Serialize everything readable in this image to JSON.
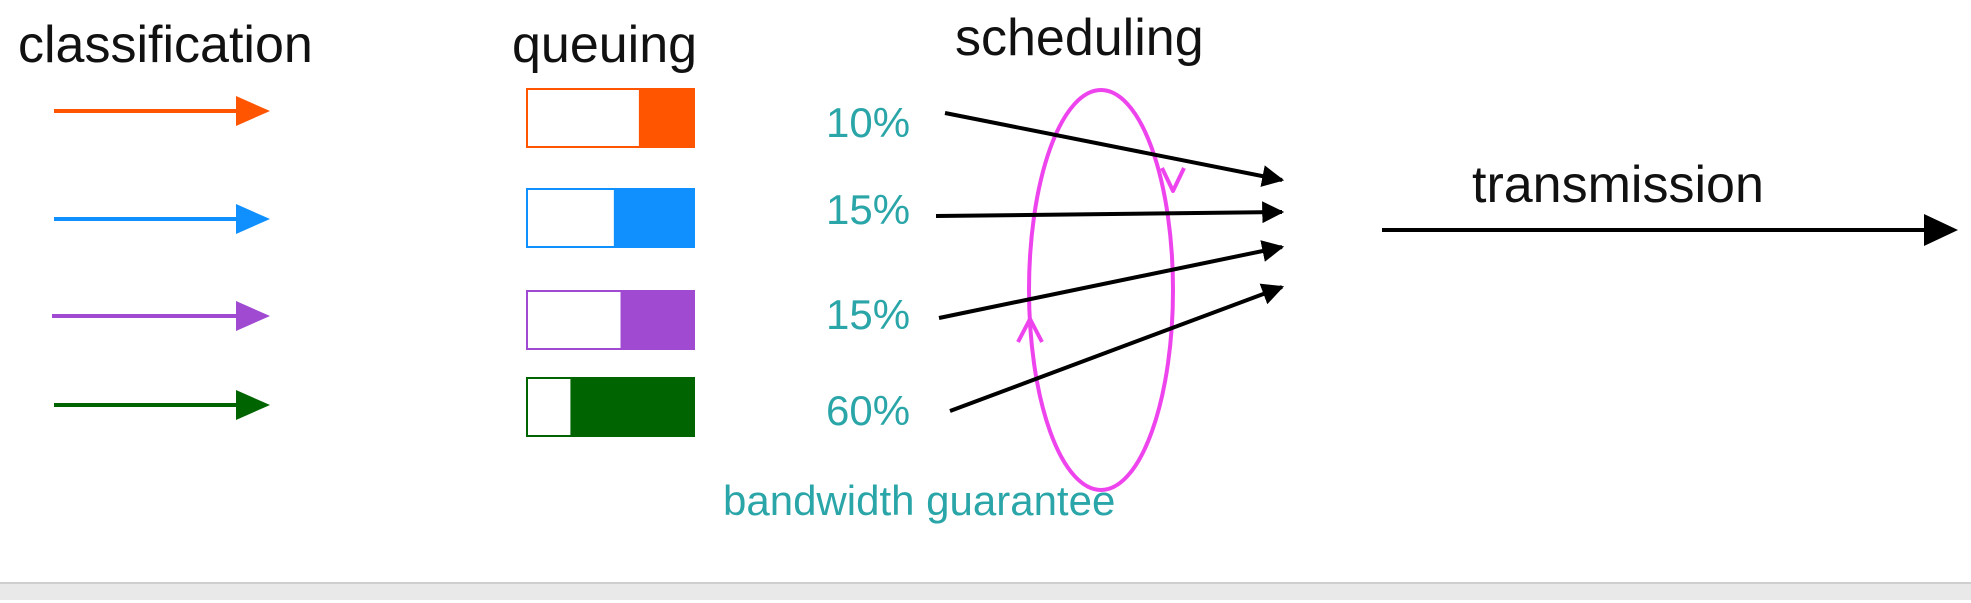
{
  "labels": {
    "classification": "classification",
    "queuing": "queuing",
    "scheduling": "scheduling",
    "transmission": "transmission",
    "bandwidth_guarantee": "bandwidth guarantee"
  },
  "colors": {
    "orange": "#ff5500",
    "blue": "#1090ff",
    "purple": "#a04ad2",
    "green": "#006400",
    "teal": "#2aa5a8",
    "magenta": "#ee44ee",
    "black": "#000000"
  },
  "classes": [
    {
      "color": "orange",
      "queue_fill": 0.33,
      "share": "10%"
    },
    {
      "color": "blue",
      "queue_fill": 0.48,
      "share": "15%"
    },
    {
      "color": "purple",
      "queue_fill": 0.44,
      "share": "15%"
    },
    {
      "color": "green",
      "queue_fill": 0.74,
      "share": "60%"
    }
  ]
}
